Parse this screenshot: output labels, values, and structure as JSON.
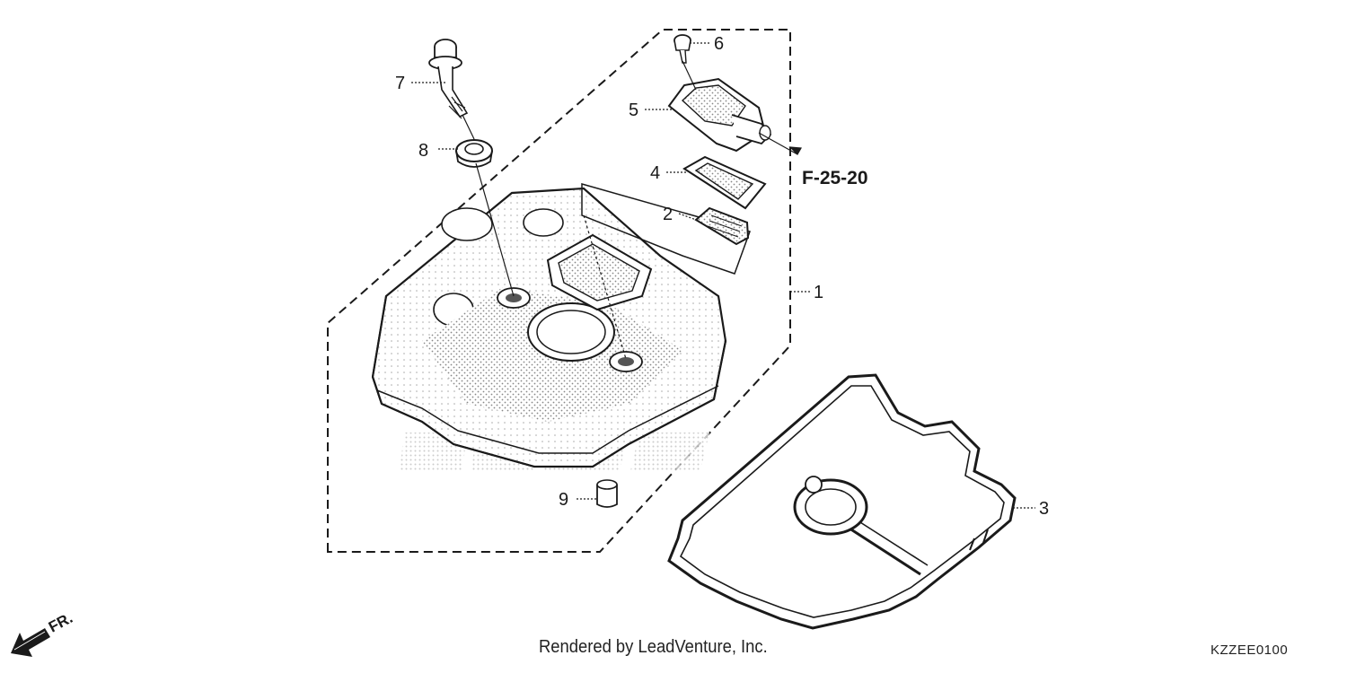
{
  "diagram": {
    "callouts": [
      {
        "id": "1",
        "label": "1"
      },
      {
        "id": "2",
        "label": "2"
      },
      {
        "id": "3",
        "label": "3"
      },
      {
        "id": "4",
        "label": "4"
      },
      {
        "id": "5",
        "label": "5"
      },
      {
        "id": "6",
        "label": "6"
      },
      {
        "id": "7",
        "label": "7"
      },
      {
        "id": "8",
        "label": "8"
      },
      {
        "id": "9",
        "label": "9"
      }
    ],
    "reference_label": "F-25-20",
    "direction_label": "FR.",
    "credit": "Rendered by LeadVenture, Inc.",
    "diagram_code": "KZZEE0100"
  },
  "colors": {
    "line": "#1a1a1a",
    "stipple": "#8a8a8a",
    "watermark": "#d8d8d8"
  }
}
